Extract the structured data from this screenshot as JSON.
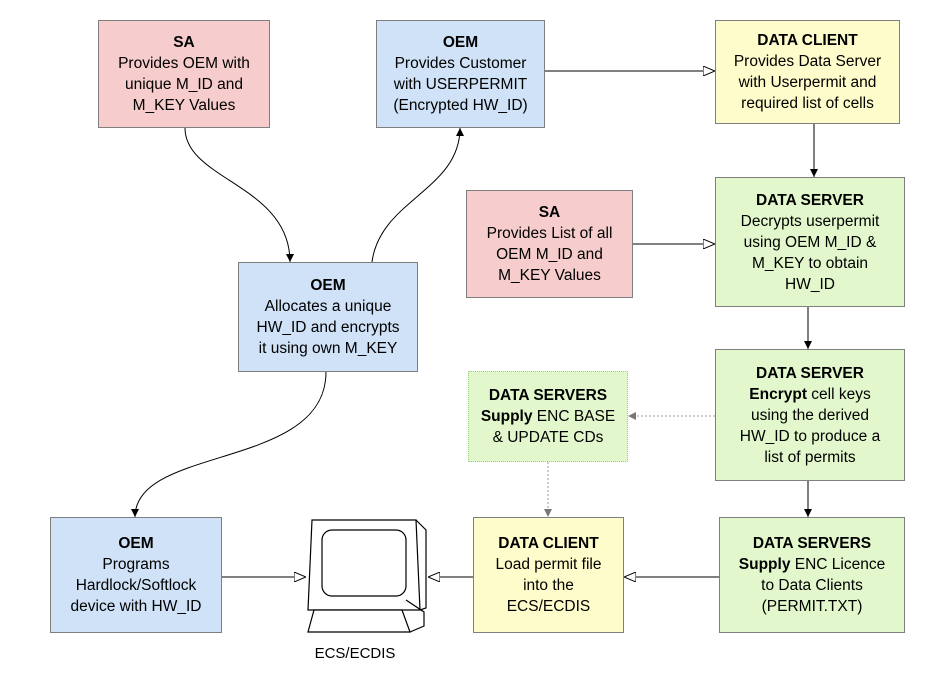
{
  "boxes": {
    "sa1": {
      "title": "SA",
      "lines": [
        "Provides OEM with",
        "unique M_ID and",
        "M_KEY Values"
      ]
    },
    "oem_top": {
      "title": "OEM",
      "lines": [
        "Provides Customer",
        "with USERPERMIT",
        "(Encrypted HW_ID)"
      ]
    },
    "dc_top": {
      "title": "DATA CLIENT",
      "lines": [
        "Provides Data Server",
        "with Userpermit and",
        "required list of cells"
      ]
    },
    "sa2": {
      "title": "SA",
      "lines": [
        "Provides List of all",
        "OEM M_ID and",
        "M_KEY Values"
      ]
    },
    "ds1": {
      "title": "DATA SERVER",
      "lines": [
        "Decrypts userpermit",
        "using OEM M_ID &",
        "M_KEY to obtain",
        "HW_ID"
      ]
    },
    "oem_mid": {
      "title": "OEM",
      "lines": [
        "Allocates a unique",
        "HW_ID and encrypts",
        "it using own M_KEY"
      ]
    },
    "ds2": {
      "title": "DATA SERVER",
      "lines": [
        [
          "Encrypt",
          " cell keys"
        ],
        "using the derived",
        "HW_ID to produce a",
        "list of permits"
      ]
    },
    "dss_base": {
      "title": "DATA SERVERS",
      "lines": [
        [
          "Supply",
          " ENC BASE"
        ],
        "& UPDATE CDs"
      ]
    },
    "oem_bot": {
      "title": "OEM",
      "lines": [
        "Programs",
        "Hardlock/Softlock",
        "device with HW_ID"
      ]
    },
    "dc_bot": {
      "title": "DATA CLIENT",
      "lines": [
        "Load permit file",
        "into the",
        "ECS/ECDIS"
      ]
    },
    "dss_lic": {
      "title": "DATA SERVERS",
      "lines": [
        [
          "Supply",
          " ENC Licence"
        ],
        "to Data Clients",
        "(PERMIT.TXT)"
      ]
    }
  },
  "monitor_label": "ECS/ECDIS",
  "colors": {
    "pink": "#f6cccc",
    "blue": "#cfe2f7",
    "yellow": "#fefccb",
    "green": "#e2f8cc",
    "border": "#7f7f7f",
    "arrow": "#000000",
    "dotted_arrow": "#9a9a9a"
  }
}
